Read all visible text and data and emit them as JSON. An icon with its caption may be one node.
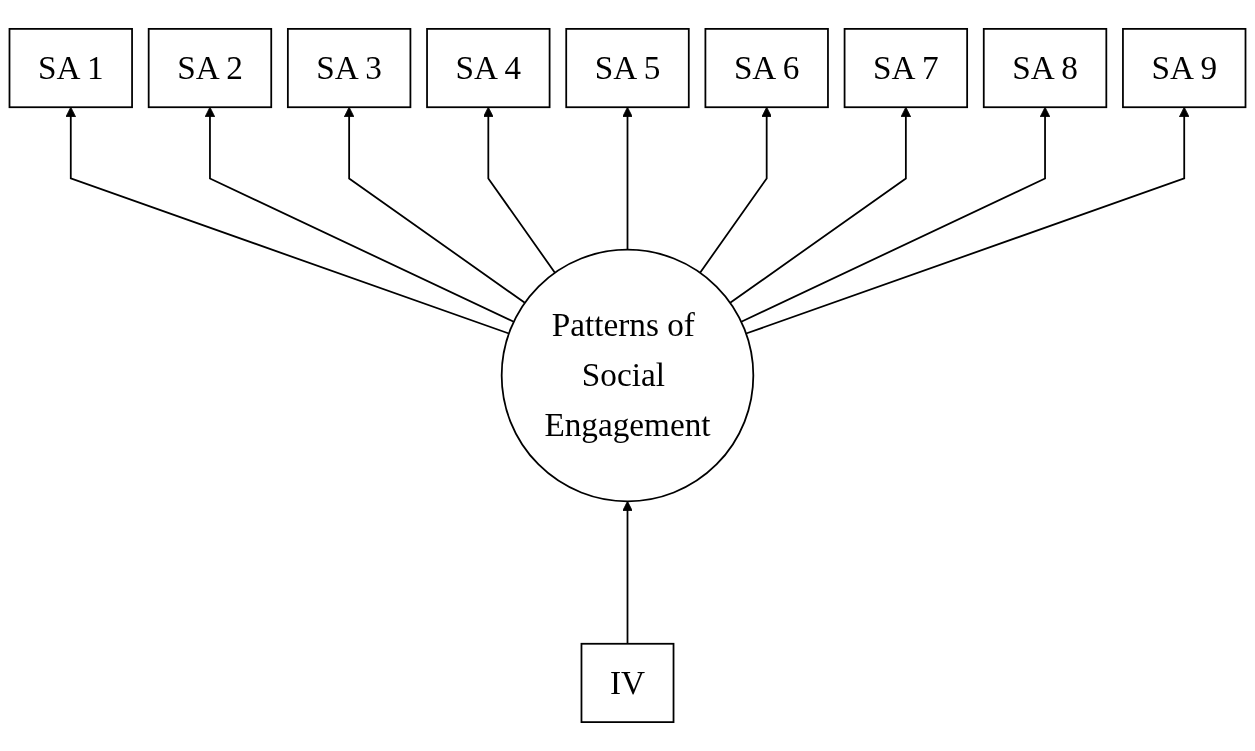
{
  "diagram": {
    "nodes": [
      {
        "text": [
          "SA 1"
        ]
      },
      {
        "text": [
          "SA 2"
        ]
      },
      {
        "text": [
          "SA 3"
        ]
      },
      {
        "text": [
          "SA 4"
        ]
      },
      {
        "text": [
          "SA 5"
        ]
      },
      {
        "text": [
          "SA 6"
        ]
      },
      {
        "text": [
          "SA 7"
        ]
      },
      {
        "text": [
          "SA 8"
        ]
      },
      {
        "text": [
          "SA 9"
        ]
      },
      {
        "text": [
          "Patterns of Social Engagement"
        ]
      },
      {
        "text": [
          "IV"
        ]
      }
    ],
    "edges": [
      {
        "from": 9,
        "to": 0,
        "arrow": "to"
      },
      {
        "from": 9,
        "to": 1,
        "arrow": "to"
      },
      {
        "from": 9,
        "to": 2,
        "arrow": "to"
      },
      {
        "from": 9,
        "to": 3,
        "arrow": "to"
      },
      {
        "from": 9,
        "to": 4,
        "arrow": "to"
      },
      {
        "from": 9,
        "to": 5,
        "arrow": "to"
      },
      {
        "from": 9,
        "to": 6,
        "arrow": "to"
      },
      {
        "from": 9,
        "to": 7,
        "arrow": "to"
      },
      {
        "from": 9,
        "to": 8,
        "arrow": "to"
      },
      {
        "from": 10,
        "to": 9,
        "arrow": "to"
      }
    ]
  }
}
